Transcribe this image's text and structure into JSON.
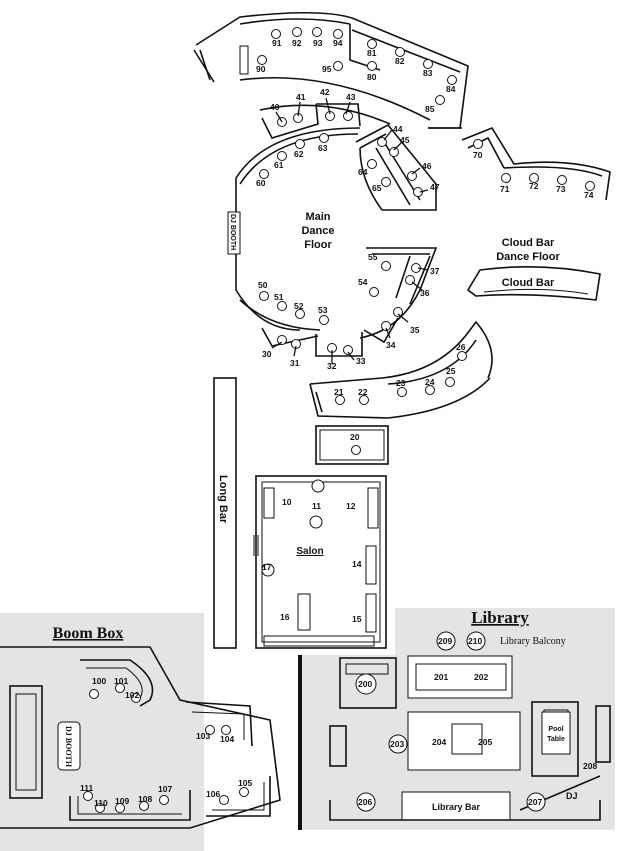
{
  "labels": {
    "main_dance_floor": [
      "Main",
      "Dance",
      "Floor"
    ],
    "cloud_bar_dance_floor": [
      "Cloud Bar",
      "Dance Floor"
    ],
    "cloud_bar": "Cloud Bar",
    "dj_booth_main": "DJ BOOTH",
    "long_bar": "Long Bar",
    "salon": "Salon",
    "boom_box": "Boom Box",
    "library": "Library",
    "library_balcony": "Library Balcony",
    "library_bar": "Library Bar",
    "pool_table": [
      "Pool",
      "Table"
    ],
    "dj_boom_box": "DJ BOOTH",
    "dj_library": "DJ"
  },
  "tables": {
    "t90": "90",
    "t91": "91",
    "t92": "92",
    "t93": "93",
    "t94": "94",
    "t95": "95",
    "t80": "80",
    "t81": "81",
    "t82": "82",
    "t83": "83",
    "t84": "84",
    "t85": "85",
    "t40": "40",
    "t41": "41",
    "t42": "42",
    "t43": "43",
    "t44": "44",
    "t45": "45",
    "t46": "46",
    "t47": "47",
    "t60": "60",
    "t61": "61",
    "t62": "62",
    "t63": "63",
    "t64": "64",
    "t65": "65",
    "t70": "70",
    "t71": "71",
    "t72": "72",
    "t73": "73",
    "t74": "74",
    "t50": "50",
    "t51": "51",
    "t52": "52",
    "t53": "53",
    "t54": "54",
    "t55": "55",
    "t30": "30",
    "t31": "31",
    "t32": "32",
    "t33": "33",
    "t34": "34",
    "t35": "35",
    "t36": "36",
    "t37": "37",
    "t20": "20",
    "t21": "21",
    "t22": "22",
    "t23": "23",
    "t24": "24",
    "t25": "25",
    "t26": "26",
    "t10": "10",
    "t11": "11",
    "t12": "12",
    "t14": "14",
    "t15": "15",
    "t16": "16",
    "t17": "17",
    "t100": "100",
    "t101": "101",
    "t102": "102",
    "t103": "103",
    "t104": "104",
    "t105": "105",
    "t106": "106",
    "t107": "107",
    "t108": "108",
    "t109": "109",
    "t110": "110",
    "t111": "111",
    "t200": "200",
    "t201": "201",
    "t202": "202",
    "t203": "203",
    "t204": "204",
    "t205": "205",
    "t206": "206",
    "t207": "207",
    "t208": "208",
    "t209": "209",
    "t210": "210"
  }
}
